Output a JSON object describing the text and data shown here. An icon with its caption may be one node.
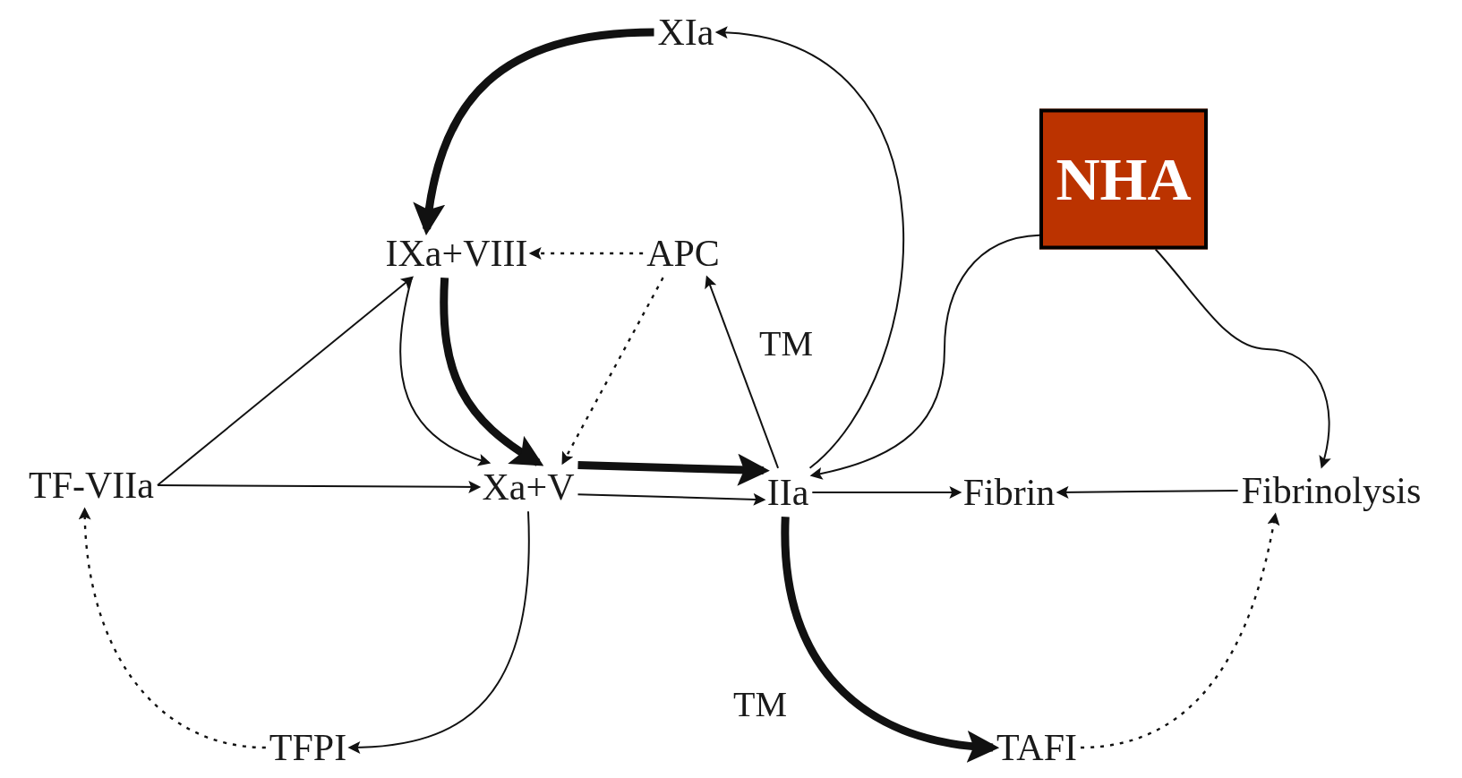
{
  "diagram": {
    "nodes": [
      {
        "text": [
          "XIa"
        ]
      },
      {
        "text": [
          "IXa+VIII"
        ]
      },
      {
        "text": [
          "APC"
        ]
      },
      {
        "text": [
          "TF-VIIa"
        ]
      },
      {
        "text": [
          "Xa+V"
        ]
      },
      {
        "text": [
          "IIa"
        ]
      },
      {
        "text": [
          "Fibrin"
        ]
      },
      {
        "text": [
          "Fibrinolysis"
        ]
      },
      {
        "text": [
          "TFPI"
        ]
      },
      {
        "text": [
          "TAFI"
        ]
      },
      {
        "text": [
          "NHA"
        ]
      }
    ],
    "edges": [
      {
        "from": 0,
        "to": 1,
        "arrow": "to",
        "style": "thick"
      },
      {
        "from": 5,
        "to": 0,
        "arrow": "to"
      },
      {
        "from": 2,
        "to": 1,
        "arrow": "to",
        "style": "dashed"
      },
      {
        "from": 2,
        "to": 4,
        "arrow": "to",
        "style": "dashed"
      },
      {
        "from": 5,
        "to": 2,
        "arrow": "to",
        "label": "TM"
      },
      {
        "from": 3,
        "to": 1,
        "arrow": "to"
      },
      {
        "from": 3,
        "to": 4,
        "arrow": "to"
      },
      {
        "from": 1,
        "to": 4,
        "arrow": "to"
      },
      {
        "from": 1,
        "to": 4,
        "arrow": "to",
        "style": "thick"
      },
      {
        "from": 4,
        "to": 5,
        "arrow": "to"
      },
      {
        "from": 4,
        "to": 5,
        "arrow": "to",
        "style": "thick"
      },
      {
        "from": 5,
        "to": 6,
        "arrow": "to"
      },
      {
        "from": 7,
        "to": 6,
        "arrow": "to"
      },
      {
        "from": 4,
        "to": 8,
        "arrow": "to"
      },
      {
        "from": 8,
        "to": 3,
        "arrow": "to",
        "style": "dashed"
      },
      {
        "from": 5,
        "to": 9,
        "arrow": "to",
        "style": "thick",
        "label": "TM"
      },
      {
        "from": 9,
        "to": 7,
        "arrow": "to",
        "style": "dashed"
      },
      {
        "from": 10,
        "to": 5,
        "arrow": "to"
      },
      {
        "from": 10,
        "to": 7,
        "arrow": "to"
      }
    ]
  }
}
